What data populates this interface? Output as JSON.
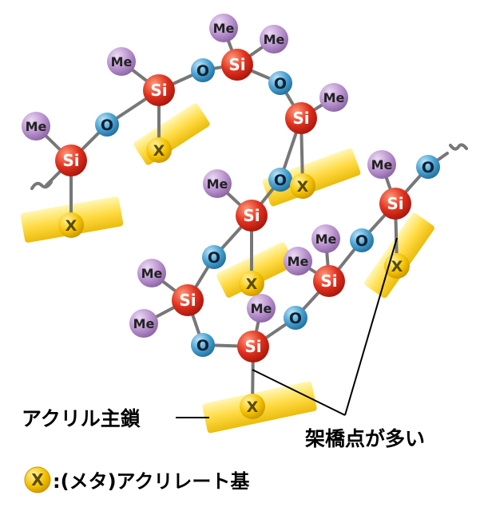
{
  "atoms": {
    "silicon": "Si",
    "oxygen": "O",
    "methyl": "Me",
    "acrylate": "X"
  },
  "labels": {
    "acrylic_main_chain": "アクリル主鎖",
    "many_crosslinks": "架橋点が多い",
    "legend_text": ":(メタ)アクリレート基"
  },
  "colors": {
    "silicon": "#e0301e",
    "oxygen": "#3f97c6",
    "methyl": "#b68fcc",
    "acrylate": "#f4c200",
    "backbone": "#ffd93b"
  }
}
